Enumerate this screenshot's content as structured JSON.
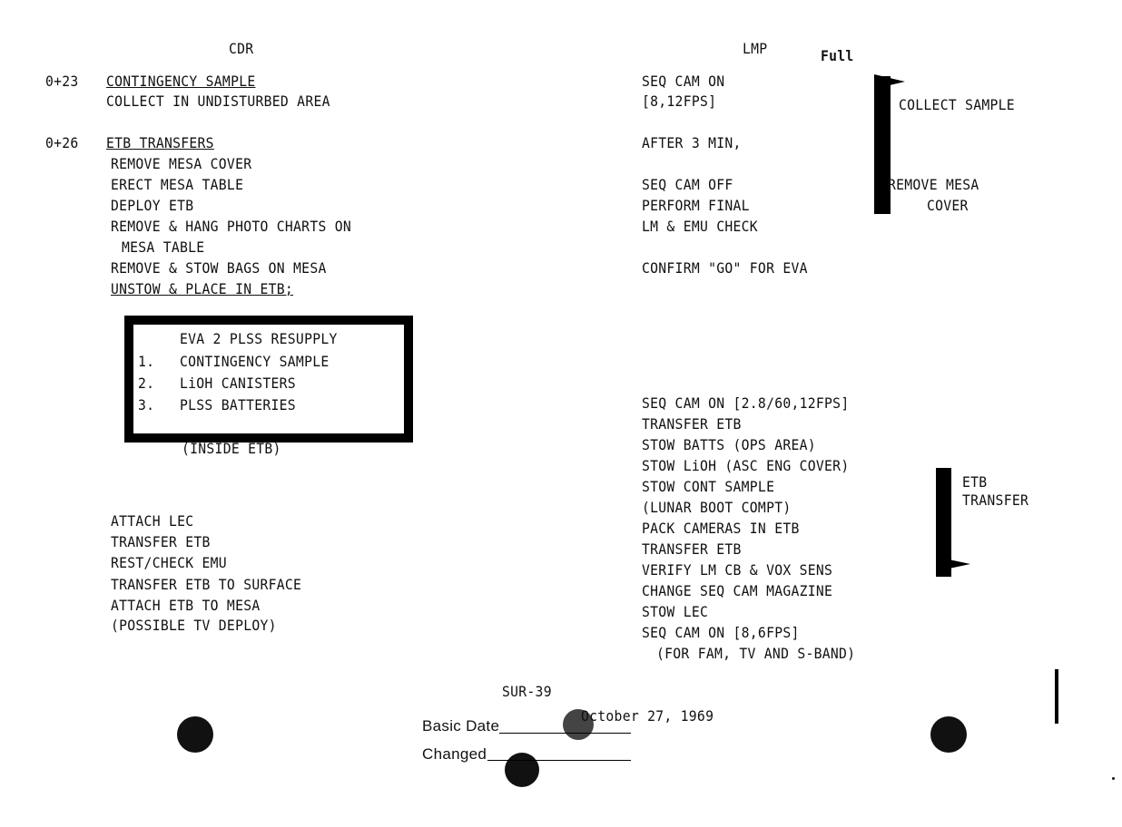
{
  "headers": {
    "cdr": "CDR",
    "lmp": "LMP"
  },
  "cdr": {
    "t1": "0+23",
    "t1_title": "CONTINGENCY SAMPLE",
    "t1_lines": [
      "COLLECT IN UNDISTURBED AREA"
    ],
    "t2": "0+26",
    "t2_title": "ETB TRANSFERS",
    "t2_lines": [
      "REMOVE MESA COVER",
      "ERECT MESA TABLE",
      "DEPLOY ETB",
      "REMOVE & HANG PHOTO CHARTS ON",
      "MESA TABLE",
      "REMOVE & STOW BAGS ON MESA",
      "UNSTOW & PLACE IN ETB;"
    ],
    "box": {
      "title": "EVA 2 PLSS RESUPPLY",
      "items": [
        {
          "n": "1.",
          "text": "CONTINGENCY SAMPLE"
        },
        {
          "n": "2.",
          "text": "LiOH CANISTERS"
        },
        {
          "n": "3.",
          "text": "PLSS BATTERIES"
        }
      ]
    },
    "inside": "(INSIDE ETB)",
    "later_lines": [
      "ATTACH LEC",
      "TRANSFER ETB",
      "REST/CHECK EMU",
      "TRANSFER ETB TO SURFACE",
      "ATTACH ETB TO MESA",
      "(POSSIBLE TV DEPLOY)"
    ]
  },
  "lmp": {
    "lines_a": [
      "SEQ CAM ON",
      "[8,12FPS]"
    ],
    "after": "AFTER 3 MIN,",
    "lines_b": [
      "SEQ CAM OFF",
      "PERFORM FINAL",
      "LM & EMU CHECK"
    ],
    "confirm": "CONFIRM \"GO\" FOR EVA",
    "lines_c": [
      "SEQ CAM ON [2.8/60,12FPS]",
      "TRANSFER ETB",
      "STOW BATTS (OPS AREA)",
      "STOW LiOH (ASC ENG COVER)",
      "STOW CONT SAMPLE",
      "(LUNAR BOOT COMPT)",
      "PACK CAMERAS IN ETB",
      "TRANSFER ETB",
      "VERIFY LM CB & VOX SENS",
      "CHANGE SEQ CAM MAGAZINE",
      "STOW LEC",
      "SEQ CAM ON [8,6FPS]"
    ],
    "last": "(FOR FAM, TV AND S-BAND)"
  },
  "annotations": {
    "full": "Full",
    "collect": "COLLECT SAMPLE",
    "remove1": "REMOVE MESA",
    "remove2": "COVER",
    "etb1": "ETB",
    "etb2": "TRANSFER"
  },
  "footer": {
    "page": "SUR-39",
    "basic_label": "Basic Date",
    "basic_value": "October 27, 1969",
    "changed_label": "Changed"
  }
}
